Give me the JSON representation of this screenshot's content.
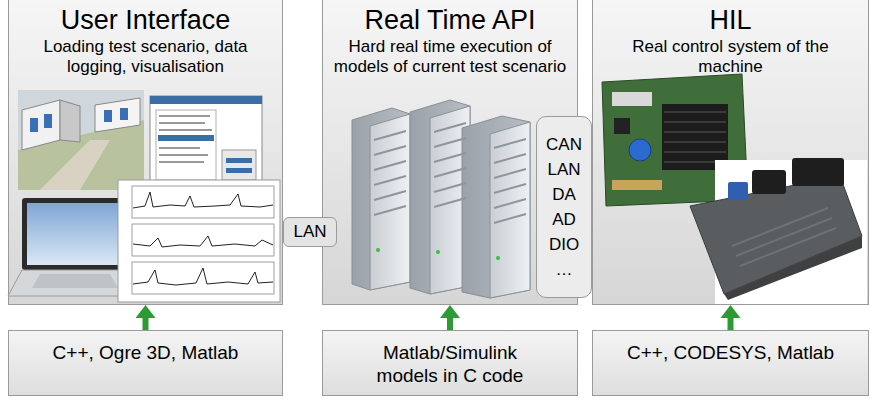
{
  "diagram": {
    "nodes": [
      {
        "text": [
          "User Interface",
          "Loading test scenario, data logging, visualisation"
        ]
      },
      {
        "text": [
          "Real Time API",
          "Hard real time execution of models of current test scenario"
        ]
      },
      {
        "text": [
          "HIL",
          "Real control system of the machine"
        ]
      },
      {
        "text": [
          "LAN"
        ]
      },
      {
        "text": [
          "CAN LAN DA AD DIO …"
        ]
      },
      {
        "text": [
          "C++, Ogre 3D, Matlab"
        ]
      },
      {
        "text": [
          "Matlab/Simulink models in C code"
        ]
      },
      {
        "text": [
          "C++, CODESYS, Matlab"
        ]
      }
    ],
    "edges": [
      {
        "from": 5,
        "to": 0,
        "arrow": "to"
      },
      {
        "from": 6,
        "to": 1,
        "arrow": "to"
      },
      {
        "from": 7,
        "to": 2,
        "arrow": "to"
      }
    ]
  }
}
